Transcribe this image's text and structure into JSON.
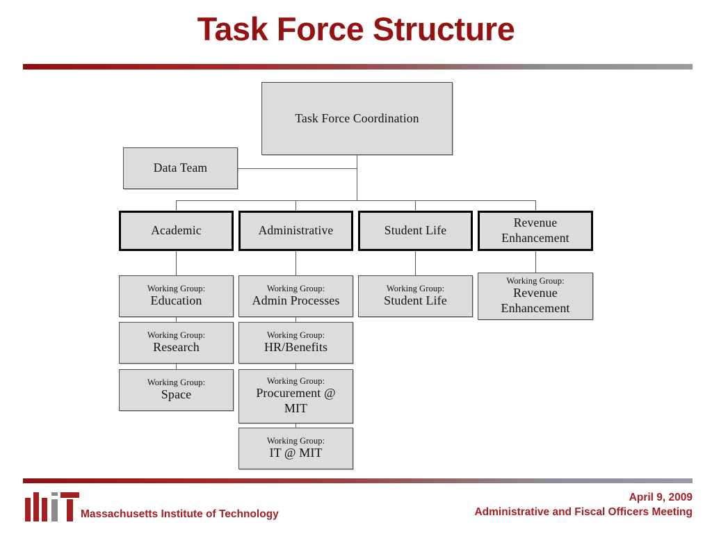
{
  "slide": {
    "title": "Task Force Structure"
  },
  "chart": {
    "root": {
      "label": "Task Force Coordination"
    },
    "side": {
      "label": "Data Team"
    },
    "categories": [
      {
        "label": "Academic"
      },
      {
        "label": "Administrative"
      },
      {
        "label": "Student Life"
      },
      {
        "label": "Revenue Enhancement"
      }
    ],
    "working_group_prefix": "Working Group:",
    "working_groups": {
      "academic": [
        {
          "prefix": "Working Group:",
          "name": "Education"
        },
        {
          "prefix": "Working Group:",
          "name": "Research"
        },
        {
          "prefix": "Working Group:",
          "name": "Space"
        }
      ],
      "administrative": [
        {
          "prefix": "Working Group:",
          "name": "Admin Processes"
        },
        {
          "prefix": "Working Group:",
          "name": "HR/Benefits"
        },
        {
          "prefix": "Working Group:",
          "name": "Procurement @ MIT"
        },
        {
          "prefix": "Working Group:",
          "name": "IT @ MIT"
        }
      ],
      "student_life": [
        {
          "prefix": "Working Group:",
          "name": "Student Life"
        }
      ],
      "revenue_enhancement": [
        {
          "prefix": "Working Group:",
          "name": "Revenue Enhancement"
        }
      ]
    }
  },
  "footer": {
    "logo_name": "mit-logo",
    "organization": "Massachusetts Institute of Technology",
    "date": "April 9, 2009",
    "meeting": "Administrative and Fiscal Officers Meeting"
  },
  "colors": {
    "title_red": "#951212",
    "brand_red": "#a31f21",
    "node_fill": "#dcdcdc",
    "node_border": "#4d4d4d",
    "connector": "#5a5a5a"
  }
}
